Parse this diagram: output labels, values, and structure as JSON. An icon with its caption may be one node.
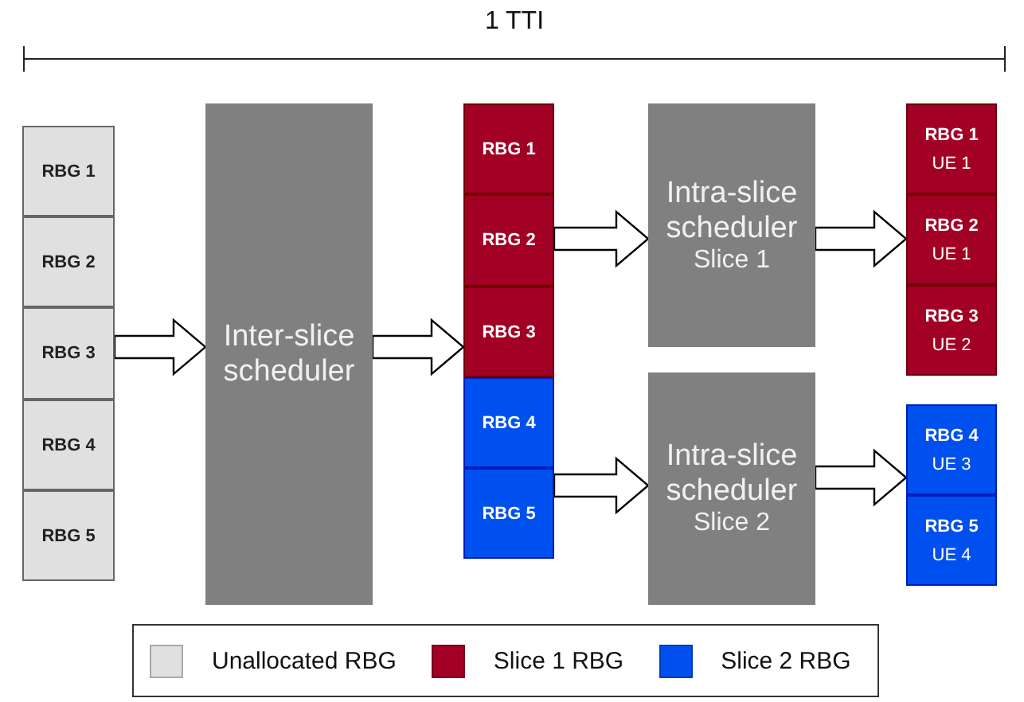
{
  "diagram": {
    "nodes": [
      {
        "text": [
          "RBG 1"
        ]
      },
      {
        "text": [
          "RBG 2"
        ]
      },
      {
        "text": [
          "RBG 3"
        ]
      },
      {
        "text": [
          "RBG 4"
        ]
      },
      {
        "text": [
          "RBG 5"
        ]
      },
      {
        "text": [
          "Inter-slice scheduler"
        ]
      },
      {
        "text": [
          "RBG 1"
        ]
      },
      {
        "text": [
          "RBG 2"
        ]
      },
      {
        "text": [
          "RBG 3"
        ]
      },
      {
        "text": [
          "RBG 4"
        ]
      },
      {
        "text": [
          "RBG 5"
        ]
      },
      {
        "text": [
          "Intra-slice scheduler",
          "Slice 1"
        ]
      },
      {
        "text": [
          "Intra-slice scheduler",
          "Slice 2"
        ]
      },
      {
        "text": [
          "RBG 1",
          "UE 1"
        ]
      },
      {
        "text": [
          "RBG 2",
          "UE 1"
        ]
      },
      {
        "text": [
          "RBG 3",
          "UE 2"
        ]
      },
      {
        "text": [
          "RBG 4",
          "UE 3"
        ]
      },
      {
        "text": [
          "RBG 5",
          "UE 4"
        ]
      }
    ],
    "edges": [
      {
        "from": 2,
        "to": 5,
        "arrow": "to"
      },
      {
        "from": 5,
        "to": 8,
        "arrow": "to"
      },
      {
        "from": 7,
        "to": 11,
        "arrow": "to"
      },
      {
        "from": 10,
        "to": 12,
        "arrow": "to"
      },
      {
        "from": 11,
        "to": 14,
        "arrow": "to"
      },
      {
        "from": 12,
        "to": 16,
        "arrow": "to"
      }
    ],
    "labels": [
      "1 TTI"
    ],
    "legend": [
      {
        "text": "Unallocated RBG",
        "color": "#e0e0e0"
      },
      {
        "text": "Slice 1 RBG",
        "color": "#a20025"
      },
      {
        "text": "Slice 2 RBG",
        "color": "#0050ef"
      }
    ]
  }
}
